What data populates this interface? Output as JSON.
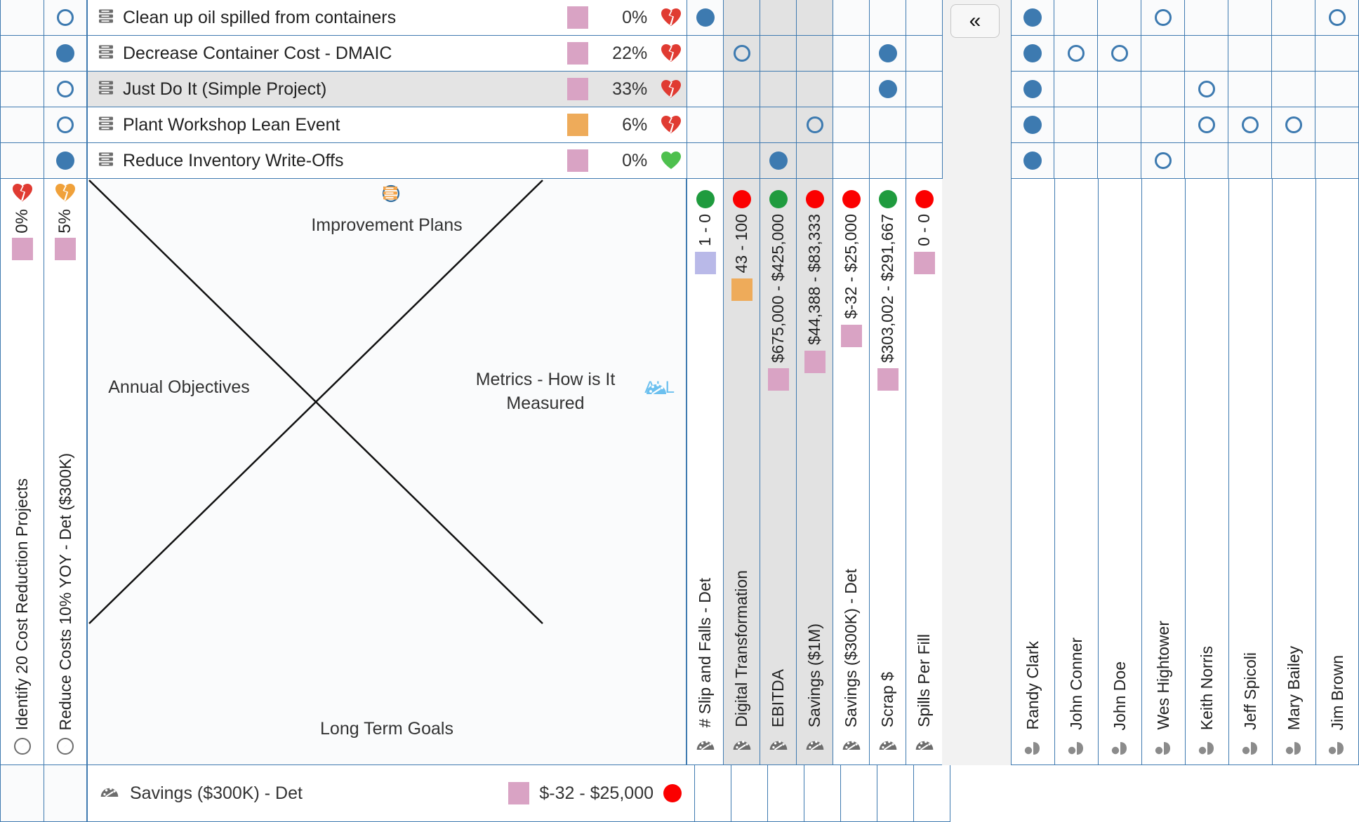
{
  "app": {
    "title": "X-Matrix"
  },
  "quadrants": {
    "top": "Improvement Plans",
    "left": "Annual Objectives",
    "right": "Metrics - How is It Measured",
    "bottom": "Long Term Goals",
    "metrics_filter": "ALL"
  },
  "toolbar": {
    "collapse_label": "«"
  },
  "improvement_plans": [
    {
      "name": "Clean up oil spilled from containers",
      "percent": "0%",
      "swatch": "#d9a3c4",
      "health": "broken-heart-red",
      "selected": false,
      "objective_marks": [
        "",
        "open"
      ],
      "metric_marks": [
        "full",
        "",
        "",
        "",
        "",
        "",
        ""
      ],
      "person_marks": [
        "full",
        "",
        "",
        "open",
        "",
        "",
        "",
        "open"
      ]
    },
    {
      "name": "Decrease Container Cost - DMAIC",
      "percent": "22%",
      "swatch": "#d9a3c4",
      "health": "broken-heart-red",
      "selected": false,
      "objective_marks": [
        "",
        "full"
      ],
      "metric_marks": [
        "",
        "open",
        "",
        "",
        "",
        "full",
        ""
      ],
      "person_marks": [
        "full",
        "open",
        "open",
        "",
        "",
        "",
        "",
        ""
      ]
    },
    {
      "name": "Just Do It (Simple Project)",
      "percent": "33%",
      "swatch": "#d9a3c4",
      "health": "broken-heart-red",
      "selected": true,
      "objective_marks": [
        "",
        "open"
      ],
      "metric_marks": [
        "",
        "",
        "",
        "",
        "",
        "full",
        ""
      ],
      "person_marks": [
        "full",
        "",
        "",
        "",
        "open",
        "",
        "",
        ""
      ]
    },
    {
      "name": "Plant Workshop Lean Event",
      "percent": "6%",
      "swatch": "#eeab5a",
      "health": "broken-heart-red",
      "selected": false,
      "objective_marks": [
        "",
        "open"
      ],
      "metric_marks": [
        "",
        "",
        "",
        "open",
        "",
        "",
        ""
      ],
      "person_marks": [
        "full",
        "",
        "",
        "",
        "open",
        "open",
        "open",
        ""
      ]
    },
    {
      "name": "Reduce Inventory Write-Offs",
      "percent": "0%",
      "swatch": "#d9a3c4",
      "health": "heart-green",
      "selected": false,
      "objective_marks": [
        "",
        "full"
      ],
      "metric_marks": [
        "",
        "",
        "full",
        "",
        "",
        "",
        ""
      ],
      "person_marks": [
        "full",
        "",
        "",
        "open",
        "",
        "",
        "",
        ""
      ]
    }
  ],
  "annual_objectives": [
    {
      "label": "Identify 20 Cost Reduction Projects",
      "percent": "0%",
      "swatch": "#d9a3c4",
      "health": "broken-heart-red",
      "icon": "compass-icon"
    },
    {
      "label": "Reduce Costs 10% YOY - Det ($300K)",
      "percent": "5%",
      "swatch": "#d9a3c4",
      "health": "broken-heart-orange",
      "icon": "compass-icon"
    }
  ],
  "metrics": [
    {
      "label": "# Slip and Falls - Det",
      "range": "1 - 0",
      "status": "#1f9b3e",
      "swatch": "#b9b9e8",
      "shaded": false,
      "icon": "speedometer-icon"
    },
    {
      "label": "Digital Transformation",
      "range": "43 - 100",
      "status": "#fb0000",
      "swatch": "#eeab5a",
      "shaded": true,
      "icon": "speedometer-icon"
    },
    {
      "label": "EBITDA",
      "range": "$675,000 - $425,000",
      "status": "#1f9b3e",
      "swatch": "#d9a3c4",
      "shaded": true,
      "icon": "speedometer-icon"
    },
    {
      "label": "Savings ($1M)",
      "range": "$44,388 - $83,333",
      "status": "#fb0000",
      "swatch": "#d9a3c4",
      "shaded": true,
      "icon": "speedometer-icon"
    },
    {
      "label": "Savings ($300K) - Det",
      "range": "$-32 - $25,000",
      "status": "#fb0000",
      "swatch": "#d9a3c4",
      "shaded": false,
      "icon": "speedometer-icon"
    },
    {
      "label": "Scrap $",
      "range": "$303,002 - $291,667",
      "status": "#1f9b3e",
      "swatch": "#d9a3c4",
      "shaded": false,
      "icon": "speedometer-icon"
    },
    {
      "label": "Spills Per Fill",
      "range": "0 - 0",
      "status": "#fb0000",
      "swatch": "#d9a3c4",
      "shaded": false,
      "icon": "speedometer-icon"
    }
  ],
  "people": [
    {
      "name": "Randy Clark",
      "icon": "person-icon"
    },
    {
      "name": "John Conner",
      "icon": "person-icon"
    },
    {
      "name": "John Doe",
      "icon": "person-icon"
    },
    {
      "name": "Wes Hightower",
      "icon": "person-icon"
    },
    {
      "name": "Keith Norris",
      "icon": "person-icon"
    },
    {
      "name": "Jeff Spicoli",
      "icon": "person-icon"
    },
    {
      "name": "Mary Bailey",
      "icon": "person-icon"
    },
    {
      "name": "Jim Brown",
      "icon": "person-icon"
    }
  ],
  "bottom_legend": {
    "icon": "speedometer-icon",
    "label": "Savings ($300K) - Det",
    "swatch": "#d9a3c4",
    "value": "$-32 - $25,000",
    "status": "#fb0000"
  },
  "colors": {
    "grid": "#3f7ab0",
    "mark": "#3d7ab0",
    "pink": "#d9a3c4",
    "orange": "#eeab5a",
    "purple": "#b9b9e8",
    "green": "#1f9b3e",
    "red": "#fb0000",
    "accent_blue": "#6cc0ef"
  }
}
